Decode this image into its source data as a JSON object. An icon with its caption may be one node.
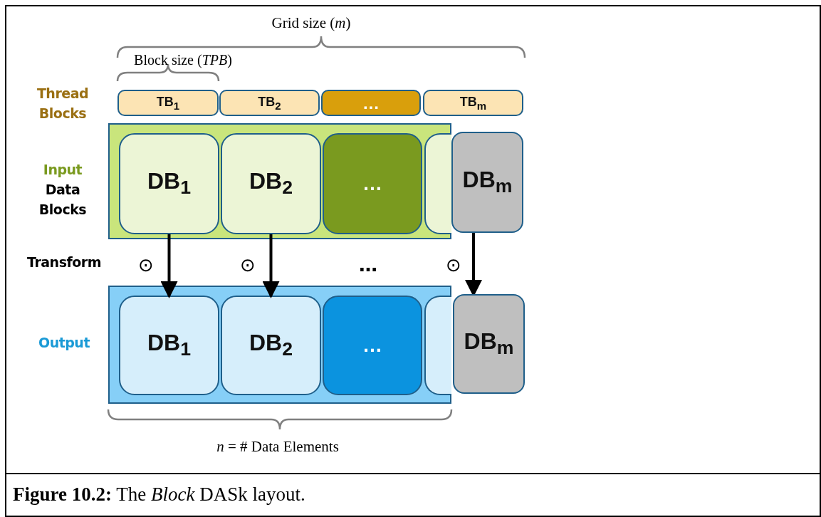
{
  "diagram": {
    "caption": "**Figure 10.2:** The *Block* DASk layout.",
    "nodes": [
      {
        "text": [
          "TB$_{1}$"
        ]
      },
      {
        "text": [
          "TB$_{2}$"
        ]
      },
      {
        "text": [
          "…"
        ]
      },
      {
        "text": [
          "TB$_{m}$"
        ]
      },
      {
        "text": [],
        "shape": "box"
      },
      {
        "text": [
          "DB$_{1}$"
        ],
        "in": 4
      },
      {
        "text": [
          "DB$_{2}$"
        ],
        "in": 4
      },
      {
        "text": [
          "…"
        ],
        "in": 4
      },
      {
        "text": [],
        "shape": "box",
        "in": 4
      },
      {
        "text": [
          "DB$_{m}$"
        ]
      },
      {
        "text": [],
        "shape": "box"
      },
      {
        "text": [
          "DB$_{1}$"
        ],
        "in": 10
      },
      {
        "text": [
          "DB$_{2}$"
        ],
        "in": 10
      },
      {
        "text": [
          "…"
        ],
        "in": 10
      },
      {
        "text": [],
        "shape": "box",
        "in": 10
      },
      {
        "text": [
          "DB$_{m}$"
        ]
      }
    ],
    "edges": [
      {
        "from": 5,
        "to": 11,
        "arrow": "to"
      },
      {
        "from": 6,
        "to": 12,
        "arrow": "to"
      },
      {
        "from": 9,
        "to": 15,
        "arrow": "to"
      }
    ],
    "labels": [
      "Grid size (*m*)",
      "Block size (*TPB*)",
      "Thread Blocks",
      "Input",
      "Data Blocks",
      "Transform",
      "⊙",
      "⊙",
      "…",
      "⊙",
      "Output",
      "*n* = # Data Elements"
    ]
  }
}
